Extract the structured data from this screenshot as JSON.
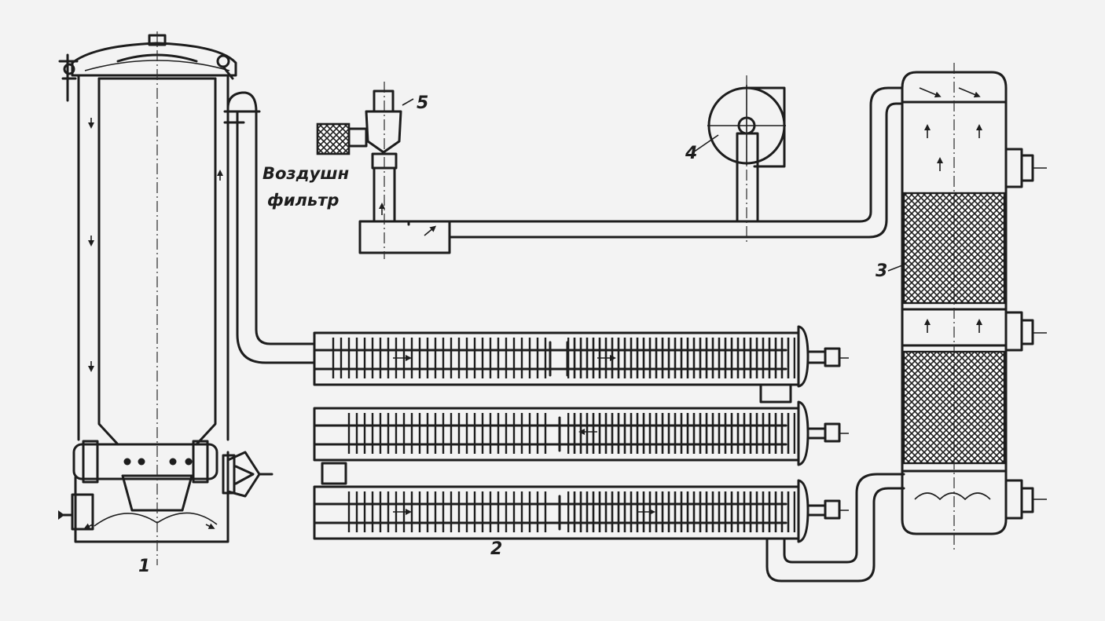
{
  "labels": {
    "filter_line1": "Воздушн",
    "filter_line2": "фильтр",
    "n1": "1",
    "n2": "2",
    "n3": "3",
    "n4": "4",
    "n5": "5"
  }
}
